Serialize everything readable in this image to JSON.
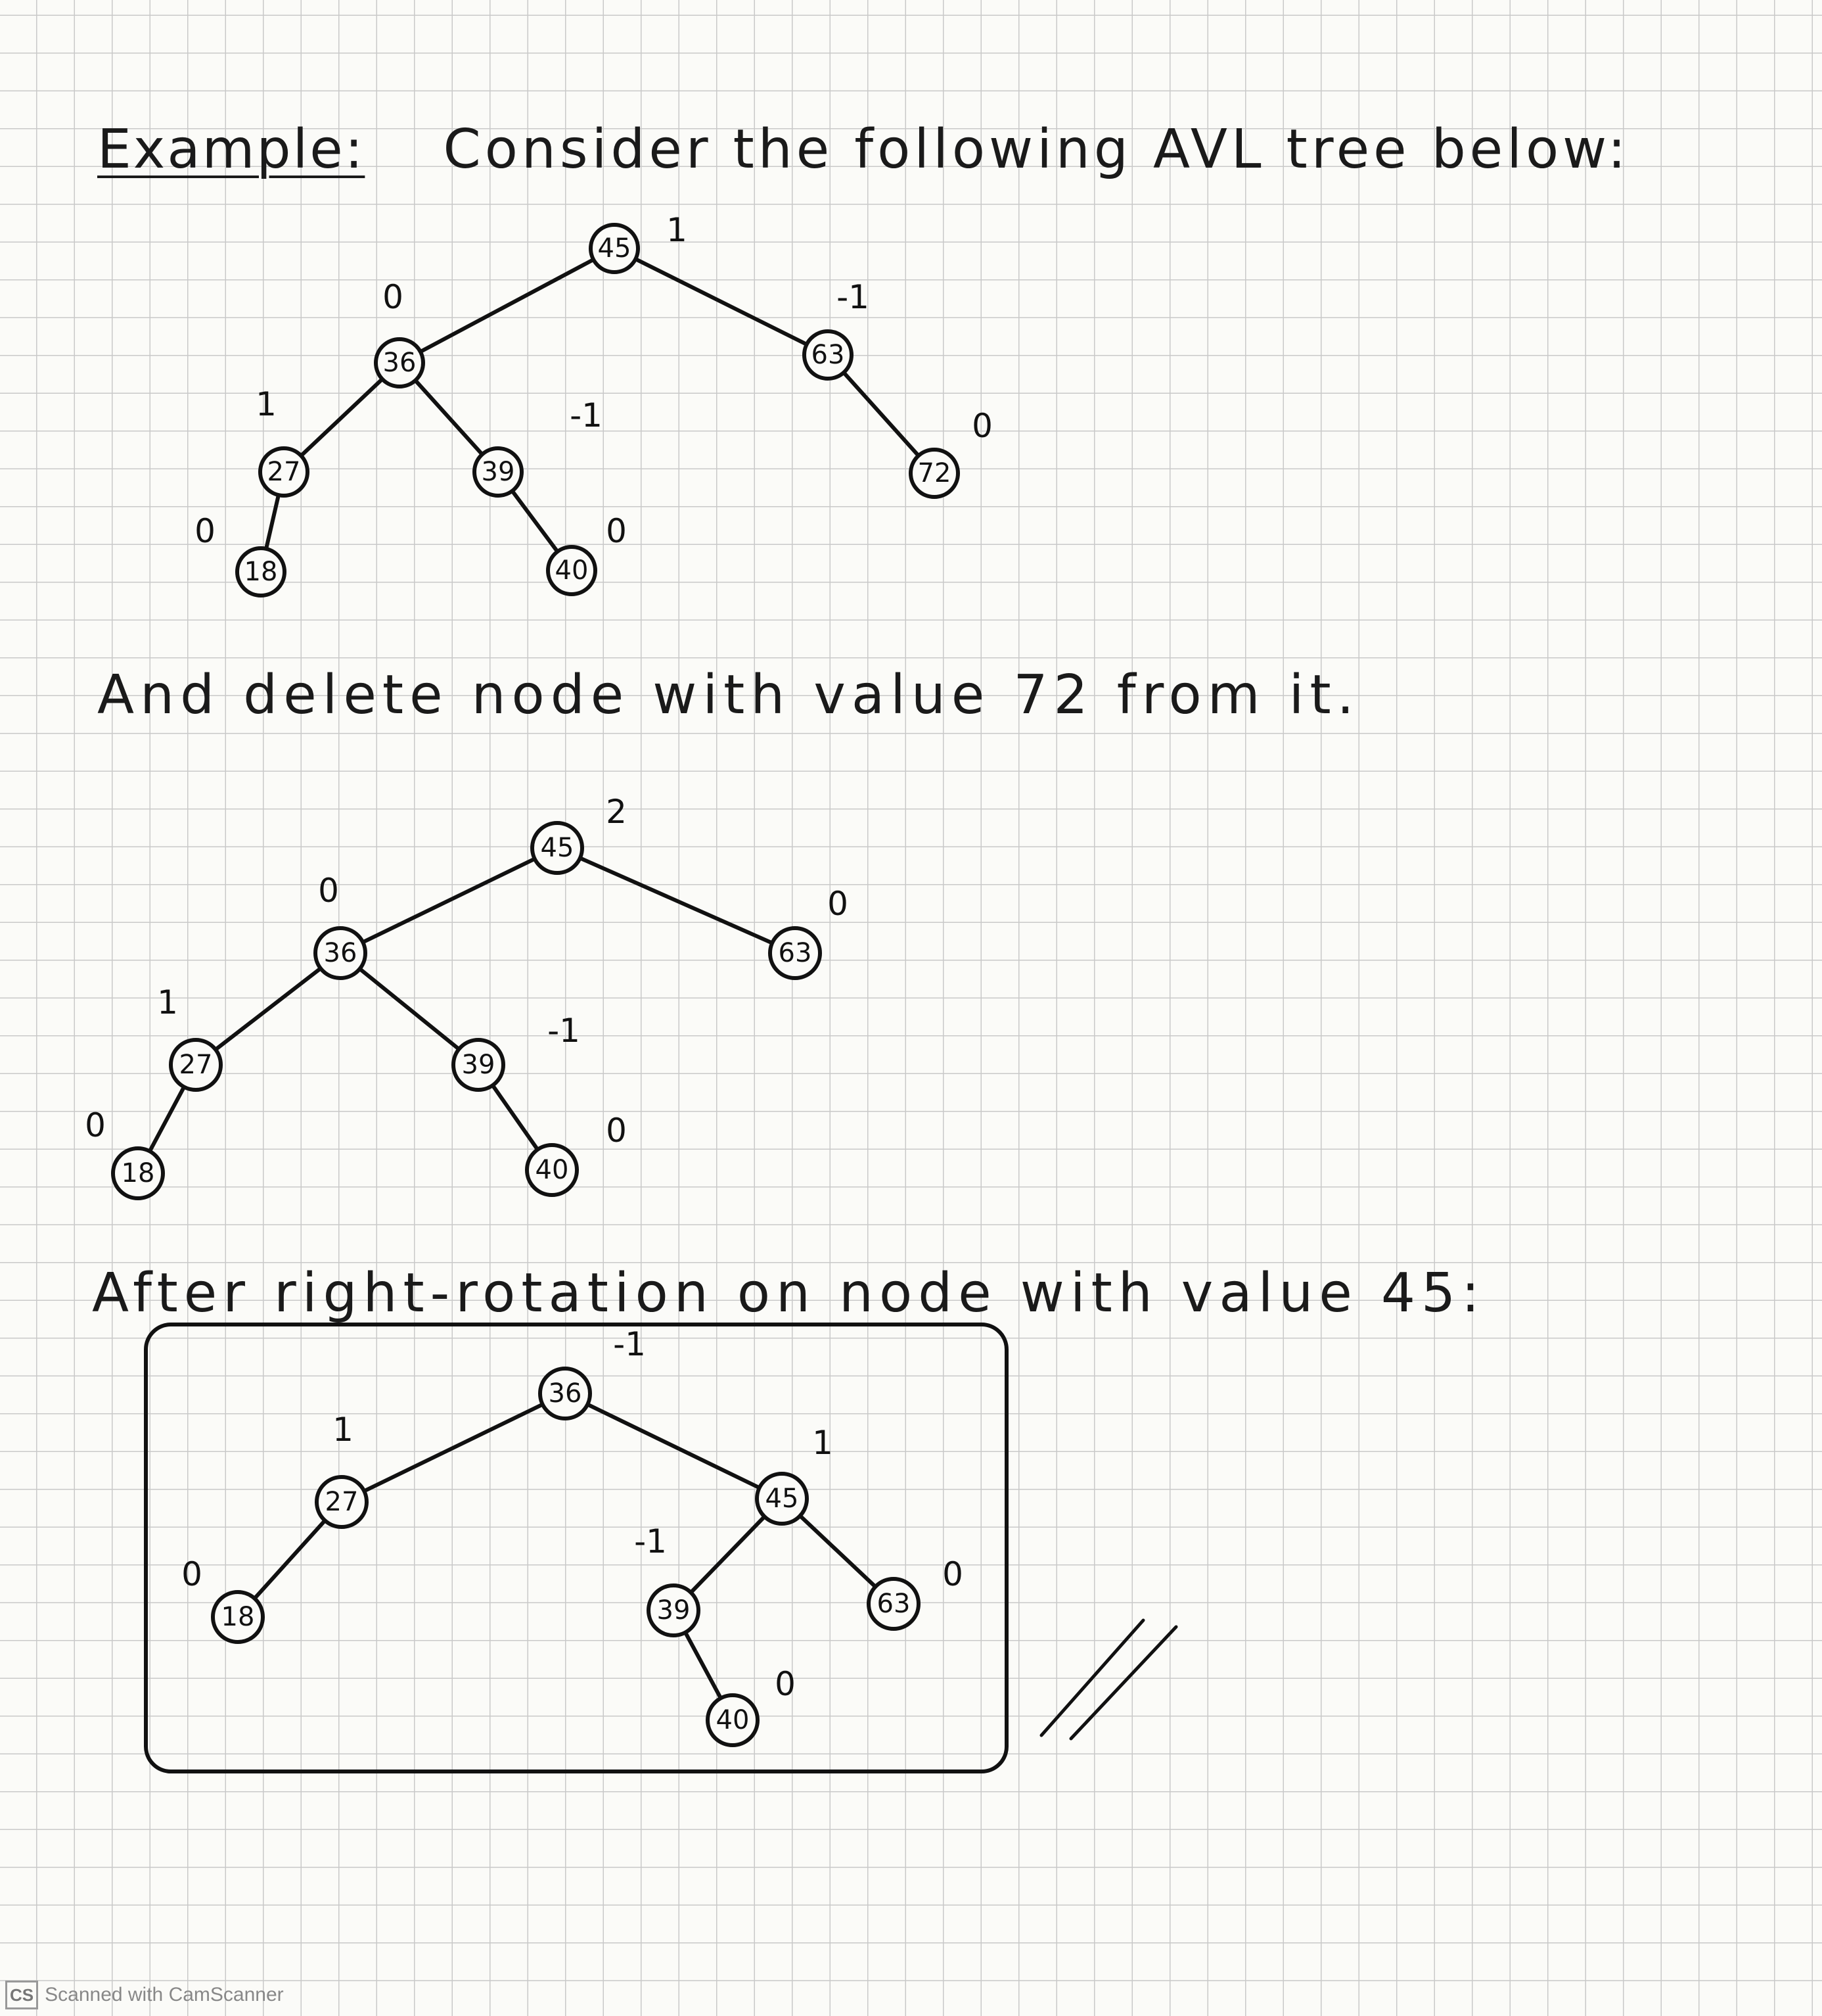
{
  "heading": {
    "label": "Example:",
    "text": "Consider the following AVL tree below:"
  },
  "step2_text": "And delete node with value 72 from it.",
  "step3_text": "After right-rotation on node with value 45:",
  "footer": {
    "logo": "CS",
    "text": "Scanned with CamScanner"
  },
  "trees": [
    {
      "id": "original",
      "nodes": [
        {
          "key": "45",
          "bf": "1"
        },
        {
          "key": "36",
          "bf": "0"
        },
        {
          "key": "63",
          "bf": "-1"
        },
        {
          "key": "27",
          "bf": "1"
        },
        {
          "key": "39",
          "bf": "-1"
        },
        {
          "key": "72",
          "bf": "0"
        },
        {
          "key": "18",
          "bf": "0"
        },
        {
          "key": "40",
          "bf": "0"
        }
      ],
      "edges": [
        [
          "45",
          "36"
        ],
        [
          "45",
          "63"
        ],
        [
          "36",
          "27"
        ],
        [
          "36",
          "39"
        ],
        [
          "63",
          "72"
        ],
        [
          "27",
          "18"
        ],
        [
          "39",
          "40"
        ]
      ]
    },
    {
      "id": "after-delete",
      "nodes": [
        {
          "key": "45",
          "bf": "2"
        },
        {
          "key": "36",
          "bf": "0"
        },
        {
          "key": "63",
          "bf": "0"
        },
        {
          "key": "27",
          "bf": "1"
        },
        {
          "key": "39",
          "bf": "-1"
        },
        {
          "key": "18",
          "bf": "0"
        },
        {
          "key": "40",
          "bf": "0"
        }
      ],
      "edges": [
        [
          "45",
          "36"
        ],
        [
          "45",
          "63"
        ],
        [
          "36",
          "27"
        ],
        [
          "36",
          "39"
        ],
        [
          "27",
          "18"
        ],
        [
          "39",
          "40"
        ]
      ]
    },
    {
      "id": "after-rotation",
      "nodes": [
        {
          "key": "36",
          "bf": "-1"
        },
        {
          "key": "27",
          "bf": "1"
        },
        {
          "key": "45",
          "bf": "1"
        },
        {
          "key": "18",
          "bf": "0"
        },
        {
          "key": "39",
          "bf": "-1"
        },
        {
          "key": "63",
          "bf": "0"
        },
        {
          "key": "40",
          "bf": "0"
        }
      ],
      "edges": [
        [
          "36",
          "27"
        ],
        [
          "36",
          "45"
        ],
        [
          "27",
          "18"
        ],
        [
          "45",
          "39"
        ],
        [
          "45",
          "63"
        ],
        [
          "39",
          "40"
        ]
      ]
    }
  ]
}
